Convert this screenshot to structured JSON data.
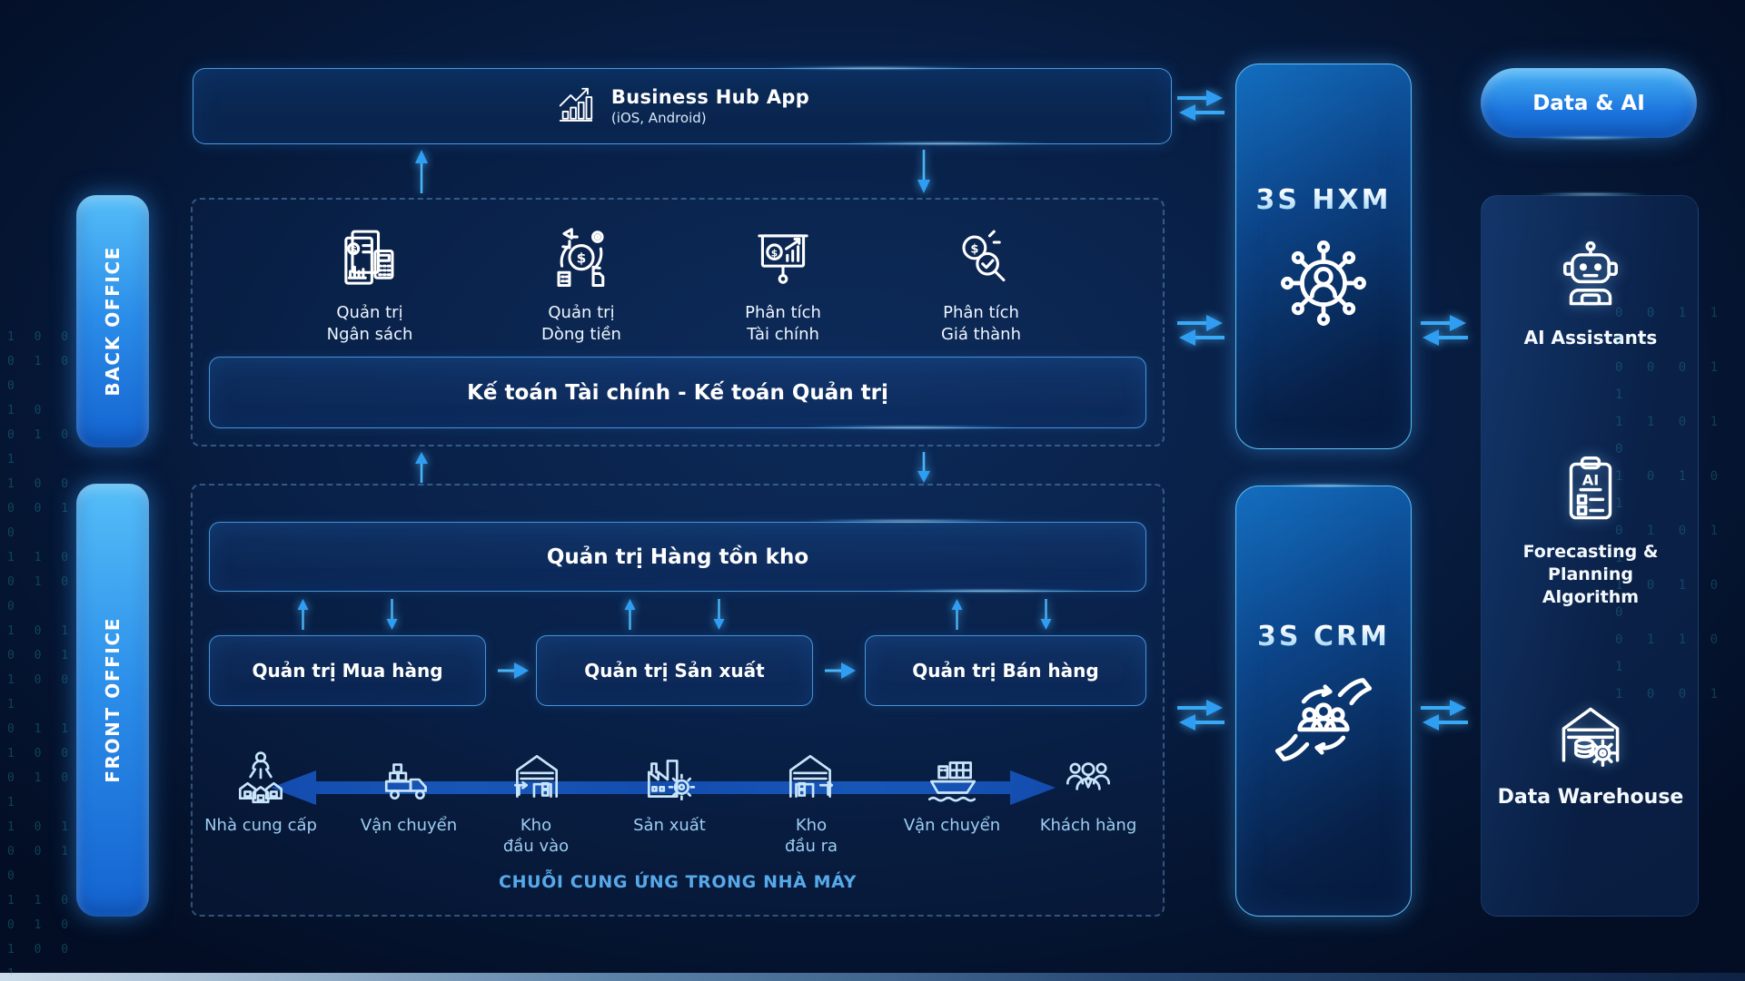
{
  "app": {
    "title": "Business Hub App",
    "subtitle": "(iOS, Android)",
    "icon": "growth-chart-icon"
  },
  "offices": {
    "back": "BACK OFFICE",
    "front": "FRONT OFFICE"
  },
  "back_office": {
    "modules": [
      {
        "line1": "Quản trị",
        "line2": "Ngân sách",
        "icon": "budget-icon"
      },
      {
        "line1": "Quản trị",
        "line2": "Dòng tiền",
        "icon": "cashflow-icon"
      },
      {
        "line1": "Phân tích",
        "line2": "Tài chính",
        "icon": "financial-analysis-icon"
      },
      {
        "line1": "Phân tích",
        "line2": "Giá thành",
        "icon": "cost-analysis-icon"
      }
    ],
    "accounting_bar": "Kế toán Tài chính - Kế toán Quản trị"
  },
  "front_office": {
    "inventory_bar": "Quản trị Hàng tồn kho",
    "process_boxes": [
      {
        "label": "Quản trị Mua hàng"
      },
      {
        "label": "Quản trị Sản xuất"
      },
      {
        "label": "Quản trị Bán hàng"
      }
    ],
    "supply_chain": {
      "steps": [
        {
          "line1": "Nhà cung cấp",
          "line2": "",
          "icon": "supplier-icon"
        },
        {
          "line1": "Vận chuyển",
          "line2": "",
          "icon": "truck-icon"
        },
        {
          "line1": "Kho",
          "line2": "đầu vào",
          "icon": "warehouse-in-icon"
        },
        {
          "line1": "Sản xuất",
          "line2": "",
          "icon": "factory-icon"
        },
        {
          "line1": "Kho",
          "line2": "đầu ra",
          "icon": "warehouse-out-icon"
        },
        {
          "line1": "Vận chuyển",
          "line2": "",
          "icon": "ship-icon"
        },
        {
          "line1": "Khách hàng",
          "line2": "",
          "icon": "customers-icon"
        }
      ],
      "caption": "CHUỖI CUNG ỨNG TRONG NHÀ MÁY"
    }
  },
  "side_panels": {
    "hxm": {
      "title": "3S HXM",
      "icon": "people-network-icon"
    },
    "crm": {
      "title": "3S CRM",
      "icon": "hands-customers-icon"
    }
  },
  "data_ai": {
    "header": "Data & AI",
    "items": [
      {
        "label": "AI Assistants",
        "icon": "robot-icon"
      },
      {
        "label": "Forecasting & Planning Algorithm",
        "icon": "ai-clipboard-icon"
      },
      {
        "label": "Data Warehouse",
        "icon": "data-warehouse-icon"
      }
    ]
  },
  "colors": {
    "accent": "#2fa3f5",
    "panel_border": "#5cc0f6",
    "caption": "#57a9ea",
    "pill": "#2b8de9"
  },
  "decor": {
    "binary_left": "1 0 0\n0 1 0 0\n1 0\n0 1 0 1\n1 0 0\n0 0 1 0\n1 1 0\n0 1 0 0\n1 0 1\n0 0 1\n1 0 0 1\n0 1 1\n1 0 0\n0 1 0 1\n1 0 1\n0 0 1 0\n1 1 0\n0 1 0\n1 0 0 1\n0 1 0\n1 0 1\n0 0 1 0\n1 0 0\n0 1 1\n1 0 0\n0 1 0",
    "binary_right": "0 0 1 1 0\n0 0 0 1 1\n1 1 0 1 0\n1 0 1 0 1\n0 1 0 1 1\n1 0 1 0 0\n0 1 1 0 1\n1 0 0 1 0\n0 1 0 0 1\n1 0 1 1 0\n0 0 1 0 1\n1 1 0 0 0\n0 1 0 1 0\n1 0 1 0 1\n0 1 0 0 1"
  }
}
